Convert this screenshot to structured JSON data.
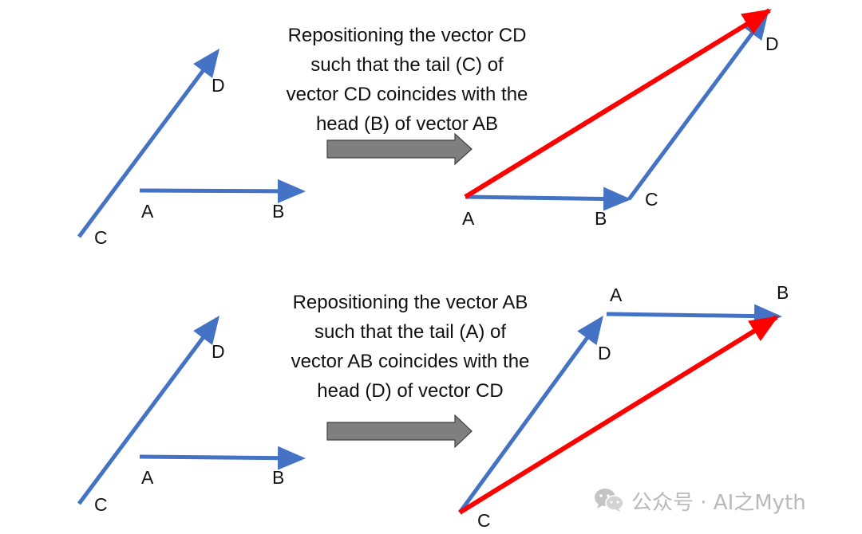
{
  "colors": {
    "vector": "#4472c4",
    "resultant": "#ff0000",
    "shift_arrow": "#7f7f7f"
  },
  "panel_top": {
    "caption": "Repositioning the vector CD\nsuch that the tail (C) of\nvector CD coincides with the\nhead (B) of vector AB",
    "before_labels": {
      "a": "A",
      "b": "B",
      "c": "C",
      "d": "D"
    },
    "after_labels": {
      "a": "A",
      "b": "B",
      "c": "C",
      "d": "D"
    }
  },
  "panel_bottom": {
    "caption": "Repositioning the vector AB\nsuch that the tail (A) of\nvector AB coincides with the\nhead (D) of vector CD",
    "before_labels": {
      "a": "A",
      "b": "B",
      "c": "C",
      "d": "D"
    },
    "after_labels": {
      "a": "A",
      "b": "B",
      "c": "C",
      "d": "D"
    }
  },
  "watermark": {
    "icon": "wechat-icon",
    "text": "公众号 · AI之Myth"
  }
}
